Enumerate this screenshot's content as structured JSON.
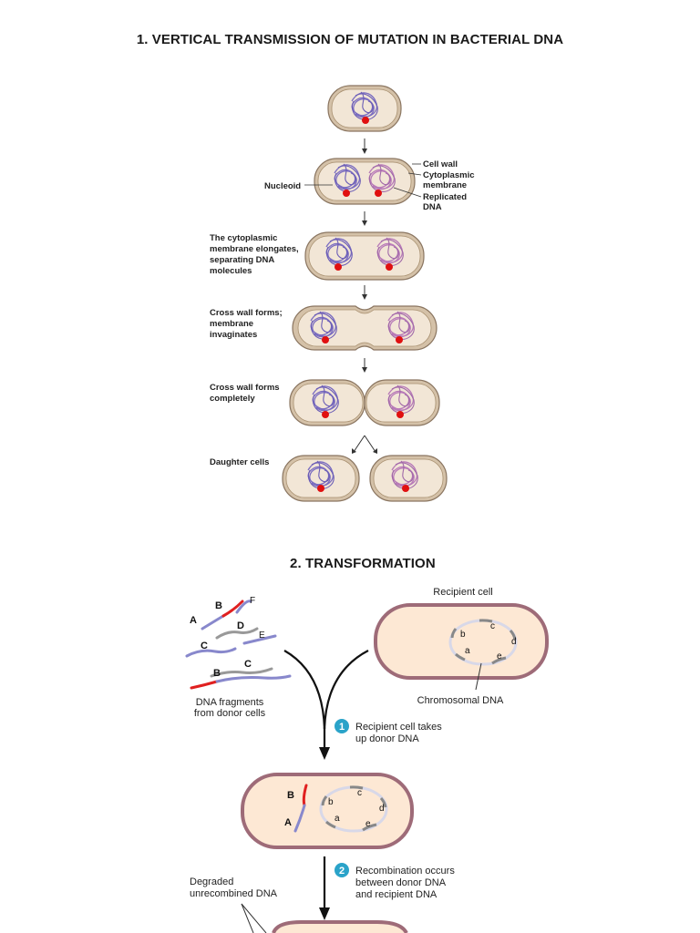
{
  "section1": {
    "title": "1.  VERTICAL TRANSMISSION OF MUTATION IN BACTERIAL DNA",
    "labels": {
      "nucleoid": "Nucleoid",
      "cell_wall": "Cell wall",
      "cyto_1": "Cytoplasmic",
      "cyto_2": "membrane",
      "rep_1": "Replicated",
      "rep_2": "DNA",
      "elong_1": "The cytoplasmic",
      "elong_2": "membrane elongates,",
      "elong_3": "separating DNA",
      "elong_4": "molecules",
      "cross_1": "Cross wall forms;",
      "cross_2": "membrane",
      "cross_3": "invaginates",
      "comp_1": "Cross wall forms",
      "comp_2": "completely",
      "daughter": "Daughter cells"
    }
  },
  "section2": {
    "title": "2.    TRANSFORMATION",
    "recipient_cell": "Recipient cell",
    "chromosomal_dna": "Chromosomal DNA",
    "fragments_1": "DNA fragments",
    "fragments_2": "from donor cells",
    "step1_num": "1",
    "step1_1": "Recipient cell takes",
    "step1_2": "up donor DNA",
    "step2_num": "2",
    "step2_1": "Recombination occurs",
    "step2_2": "between donor DNA",
    "step2_3": "and recipient DNA",
    "degraded_1": "Degraded",
    "degraded_2": "unrecombined DNA",
    "letters": {
      "A": "A",
      "B": "B",
      "C": "C",
      "D": "D",
      "E": "E",
      "F": "F",
      "a": "a",
      "b": "b",
      "c": "c",
      "d": "d",
      "e": "e"
    }
  },
  "colors": {
    "cell_fill": "#f2e6d6",
    "cell_outer": "#d4c1a8",
    "cell_stroke": "#8a7560",
    "dna_purple": "#7a6cc0",
    "dna_pink": "#b87ab8",
    "mutation_red": "#e01010",
    "recipient_fill": "#fde8d4",
    "recipient_stroke": "#9e6b78",
    "step_badge": "#2aa3c9"
  }
}
